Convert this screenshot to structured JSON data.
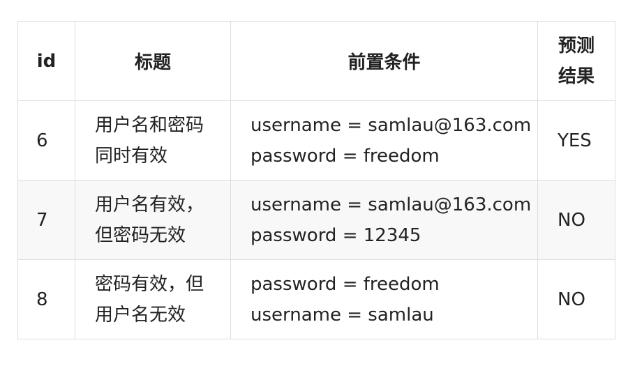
{
  "table": {
    "headers": {
      "id": "id",
      "title": "标题",
      "precondition": "前置条件",
      "result_line1": "预测",
      "result_line2": "结果"
    },
    "rows": [
      {
        "id": "6",
        "title_line1": "用户名和密码",
        "title_line2": "同时有效",
        "pre_line1": "username = samlau@163.com",
        "pre_line2": "password = freedom",
        "result": "YES"
      },
      {
        "id": "7",
        "title_line1": "用户名有效，",
        "title_line2": "但密码无效",
        "pre_line1": "username = samlau@163.com",
        "pre_line2": "password = 12345",
        "result": "NO"
      },
      {
        "id": "8",
        "title_line1": "密码有效，但",
        "title_line2": "用户名无效",
        "pre_line1": "password = freedom",
        "pre_line2": "username = samlau",
        "result": "NO"
      }
    ]
  }
}
